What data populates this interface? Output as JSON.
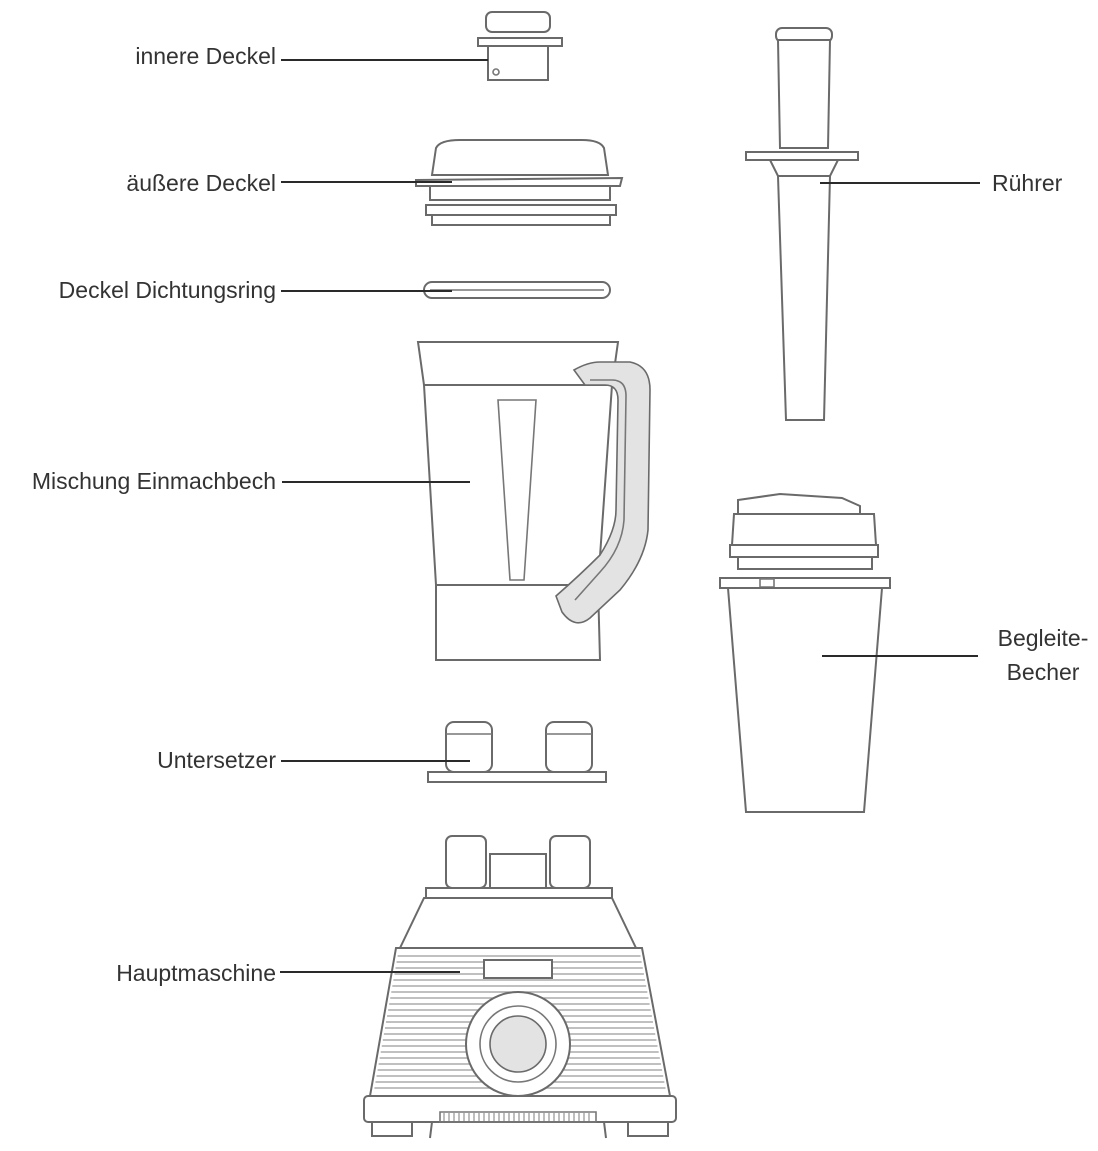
{
  "labels": {
    "inner_lid": "innere Deckel",
    "outer_lid": "äußere Deckel",
    "lid_seal": "Deckel Dichtungsring",
    "blending_jar": "Mischung Einmachbech",
    "coaster": "Untersetzer",
    "main_unit": "Hauptmaschine",
    "tamper": "Rührer",
    "travel_cup_line1": "Begleite-",
    "travel_cup_line2": "Becher"
  }
}
